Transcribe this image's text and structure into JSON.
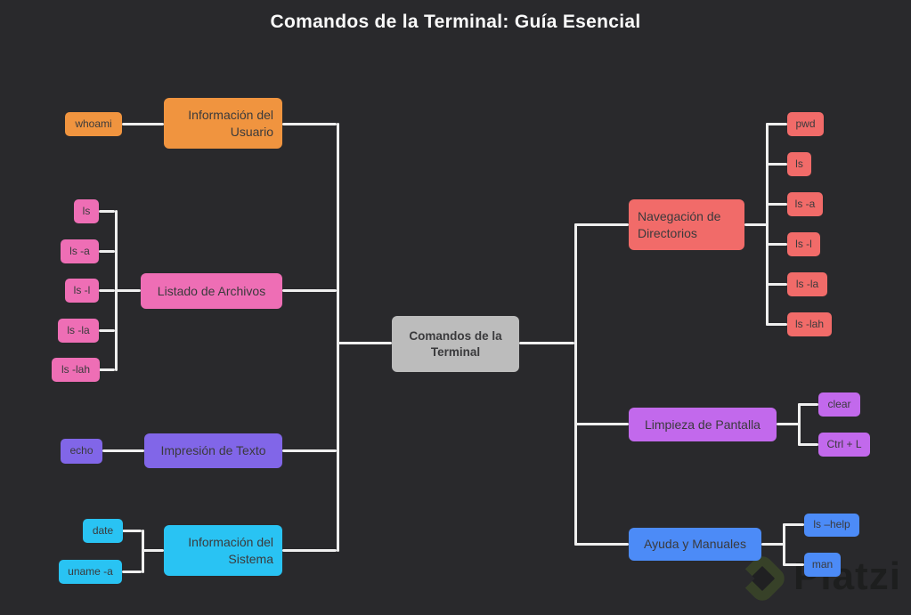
{
  "title": "Comandos de la Terminal: Guía Esencial",
  "colors": {
    "background": "#29292c",
    "connector_line": "#efefef",
    "node_text": "#3a3a3c",
    "title_text": "#fafafa",
    "watermark_brand_green": "#98ca3f"
  },
  "watermark": {
    "brand": "Platzi"
  },
  "mindmap": {
    "root": {
      "id": "root",
      "label": "Comandos de la Terminal",
      "color": "#bcbcbc"
    },
    "branches": [
      {
        "id": "info-usuario",
        "label": "Información del Usuario",
        "color": "#f0943f",
        "side": "left",
        "children": [
          {
            "id": "whoami",
            "label": "whoami"
          }
        ]
      },
      {
        "id": "listado-archivos",
        "label": "Listado de Archivos",
        "color": "#ee6eb5",
        "side": "left",
        "children": [
          {
            "id": "l-ls",
            "label": "ls"
          },
          {
            "id": "l-ls-a",
            "label": "ls -a"
          },
          {
            "id": "l-ls-l",
            "label": "ls -l"
          },
          {
            "id": "l-ls-la",
            "label": "ls -la"
          },
          {
            "id": "l-ls-lah",
            "label": "ls -lah"
          }
        ]
      },
      {
        "id": "impresion-texto",
        "label": "Impresión de Texto",
        "color": "#8166e8",
        "side": "left",
        "children": [
          {
            "id": "echo",
            "label": "echo"
          }
        ]
      },
      {
        "id": "info-sistema",
        "label": "Información del Sistema",
        "color": "#29c3f3",
        "side": "left",
        "children": [
          {
            "id": "date",
            "label": "date"
          },
          {
            "id": "uname-a",
            "label": "uname -a"
          }
        ]
      },
      {
        "id": "navegacion-directorios",
        "label": "Navegación de Directorios",
        "color": "#f16b69",
        "side": "right",
        "children": [
          {
            "id": "r-pwd",
            "label": "pwd"
          },
          {
            "id": "r-ls",
            "label": "ls"
          },
          {
            "id": "r-ls-a",
            "label": "ls -a"
          },
          {
            "id": "r-ls-l",
            "label": "ls -l"
          },
          {
            "id": "r-ls-la",
            "label": "ls -la"
          },
          {
            "id": "r-ls-lah",
            "label": "ls -lah"
          }
        ]
      },
      {
        "id": "limpieza-pantalla",
        "label": "Limpieza de Pantalla",
        "color": "#c269ec",
        "side": "right",
        "children": [
          {
            "id": "clear",
            "label": "clear"
          },
          {
            "id": "ctrl-l",
            "label": "Ctrl + L"
          }
        ]
      },
      {
        "id": "ayuda-manuales",
        "label": "Ayuda y Manuales",
        "color": "#4c8bf7",
        "side": "right",
        "children": [
          {
            "id": "ls-help",
            "label": "ls –help"
          },
          {
            "id": "man",
            "label": "man"
          }
        ]
      }
    ]
  }
}
